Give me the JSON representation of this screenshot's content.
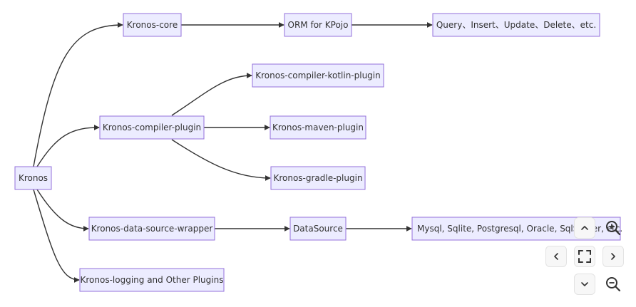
{
  "diagram": {
    "nodes": {
      "kronos": "Kronos",
      "core": "Kronos-core",
      "orm": "ORM for KPojo",
      "crud": "Query、Insert、Update、Delete、etc.",
      "compiler_plugin": "Kronos-compiler-plugin",
      "kotlin_plugin": "Kronos-compiler-kotlin-plugin",
      "maven_plugin": "Kronos-maven-plugin",
      "gradle_plugin": "Kronos-gradle-plugin",
      "data_source_wrapper": "Kronos-data-source-wrapper",
      "data_source": "DataSource",
      "databases": "Mysql, Sqlite, Postgresql, Oracle, SqlServer, etc.",
      "logging": "Kronos-logging and Other Plugins"
    }
  },
  "controls": {
    "icons": [
      "chevron-up-icon",
      "zoom-in-icon",
      "chevron-left-icon",
      "fullscreen-icon",
      "chevron-right-icon",
      "chevron-down-icon",
      "zoom-out-icon"
    ]
  },
  "colors": {
    "node_fill": "#ECECFF",
    "node_stroke": "#9370DB",
    "edge": "#333333",
    "text": "#333333"
  }
}
